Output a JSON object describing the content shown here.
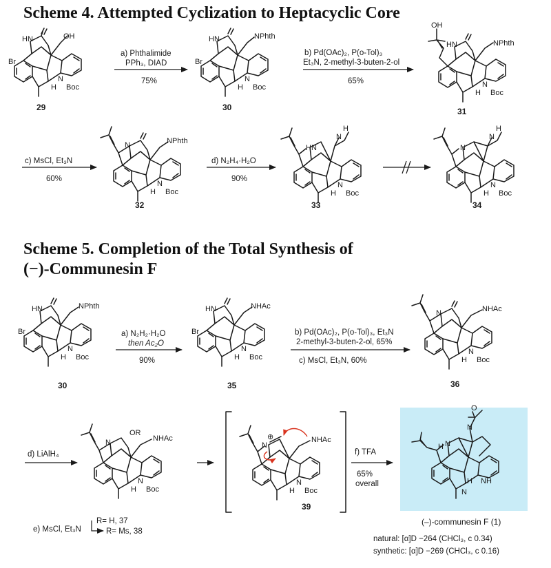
{
  "scheme4": {
    "title": "Scheme 4. Attempted Cyclization to Heptacyclic Core",
    "compounds": [
      "29",
      "30",
      "31",
      "32",
      "33",
      "34"
    ],
    "labels": {
      "oh": "OH",
      "hn": "HN",
      "br": "Br",
      "n": "N",
      "h": "H",
      "boc": "Boc",
      "nphth": "NPhth",
      "nphth_trunc": "NPhth",
      "hn_amine": "HN",
      "nh": "N",
      "h_top": "H"
    },
    "step_a": {
      "line1": "a) Phthalimide",
      "line2": "PPh₃, DIAD",
      "yield": "75%"
    },
    "step_b": {
      "line1": "b) Pd(OAc)₂, P(o-Tol)₃",
      "line2": "Et₃N, 2-methyl-3-buten-2-ol",
      "yield": "65%"
    },
    "step_c": {
      "line1": "c) MsCl, Et₃N",
      "yield": "60%"
    },
    "step_d": {
      "line1": "d) N₂H₄·H₂O",
      "yield": "90%"
    }
  },
  "scheme5": {
    "title_line1": "Scheme 5. Completion of the Total Synthesis of",
    "title_line2": "(−)-Communesin F",
    "compounds": [
      "30",
      "35",
      "36",
      "39"
    ],
    "labels": {
      "nhac": "NHAc",
      "or": "OR",
      "nplus": "N",
      "plus": "⊕",
      "nh": "NH"
    },
    "step_a": {
      "line1": "a) N₂H₂·H₂O",
      "line2": "then Ac₂O",
      "yield": "90%"
    },
    "step_b": {
      "line1": "b) Pd(OAc)₂, P(o-Tol)₃, Et₃N",
      "line2": "2-methyl-3-buten-2-ol, 65%",
      "line3": "c) MsCl, Et₃N, 60%"
    },
    "step_d": {
      "line1": "d) LiAlH₄"
    },
    "step_e": {
      "prefix": "e) MsCl, Et₃N",
      "r1": "R= H, 37",
      "r2": "R= Ms, 38"
    },
    "step_f": {
      "line1": "f) TFA",
      "line2": "65%",
      "line3": "overall"
    },
    "product": {
      "name": "(–)-communesin F (1)",
      "natural": "natural: [α]D −264 (CHCl₃, c 0.34)",
      "synthetic": "synthetic: [α]D −269 (CHCl₃, c 0.16)"
    },
    "colors": {
      "highlight": "#c9ecf7",
      "curved_arrow": "#d9341f"
    }
  }
}
